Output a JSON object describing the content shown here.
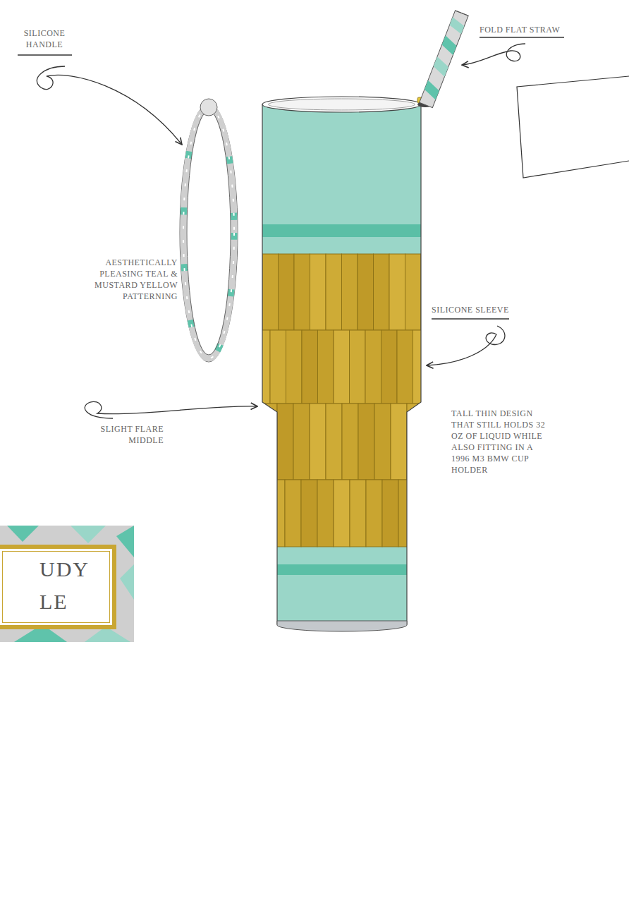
{
  "diagram": {
    "nodes": [
      {
        "text": [
          "UDY LE"
        ]
      }
    ],
    "labels": [
      "FOLD FLAT STRAW",
      "SILICONE HANDLE",
      "AESTHETICALLY PLEASING TEAL & MUSTARD YELLOW PATTERNING",
      "SILICONE SLEEVE",
      "SLIGHT FLARE MIDDLE",
      "TALL THIN DESIGN THAT STILL HOLDS 32 OZ OF LIQUID WHILE ALSO FITTING IN A 1996 M3 BMW CUP HOLDER"
    ]
  }
}
